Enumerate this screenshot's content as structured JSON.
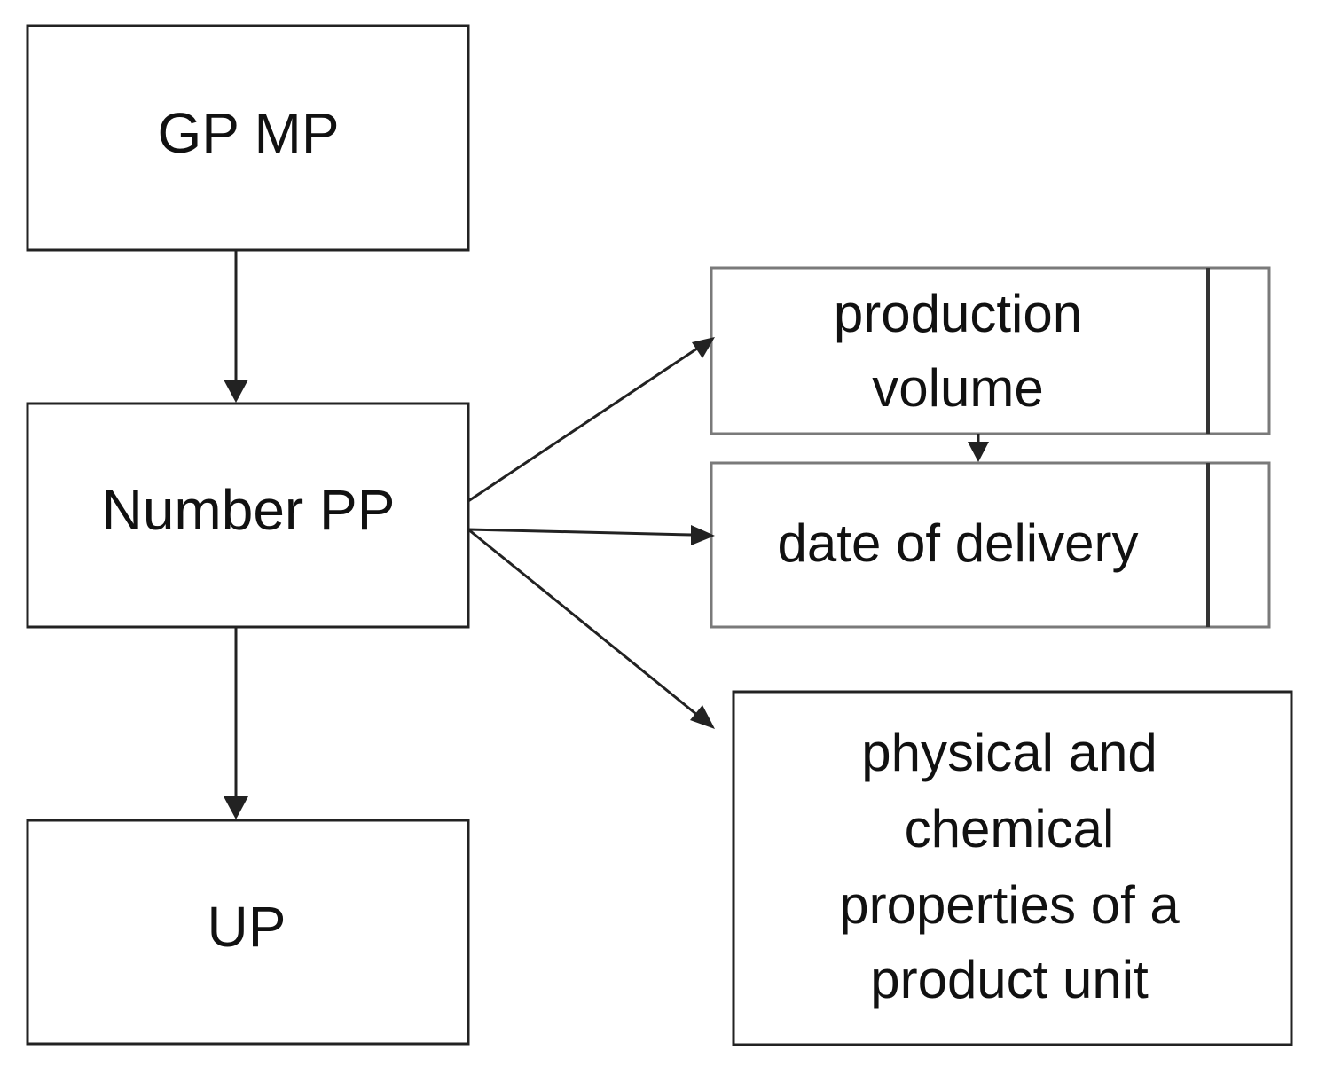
{
  "diagram": {
    "nodes": {
      "gp_mp": {
        "label": "GP MP"
      },
      "number_pp": {
        "label": "Number PP"
      },
      "up": {
        "label": "UP"
      },
      "production_volume": {
        "lines": [
          "production",
          "volume"
        ]
      },
      "date_of_delivery": {
        "label": "date of delivery"
      },
      "properties": {
        "lines": [
          "physical and",
          "chemical",
          "properties of a",
          "product unit"
        ]
      }
    },
    "edges": [
      {
        "from": "GP MP",
        "to": "Number PP"
      },
      {
        "from": "Number PP",
        "to": "UP"
      },
      {
        "from": "Number PP",
        "to": "production volume"
      },
      {
        "from": "Number PP",
        "to": "date of delivery"
      },
      {
        "from": "Number PP",
        "to": "physical and chemical properties of a product unit"
      },
      {
        "from": "production volume",
        "to": "date of delivery"
      }
    ],
    "colors": {
      "stroke": "#222222",
      "gray_stroke": "#7a7a7a",
      "text": "#111111"
    }
  }
}
